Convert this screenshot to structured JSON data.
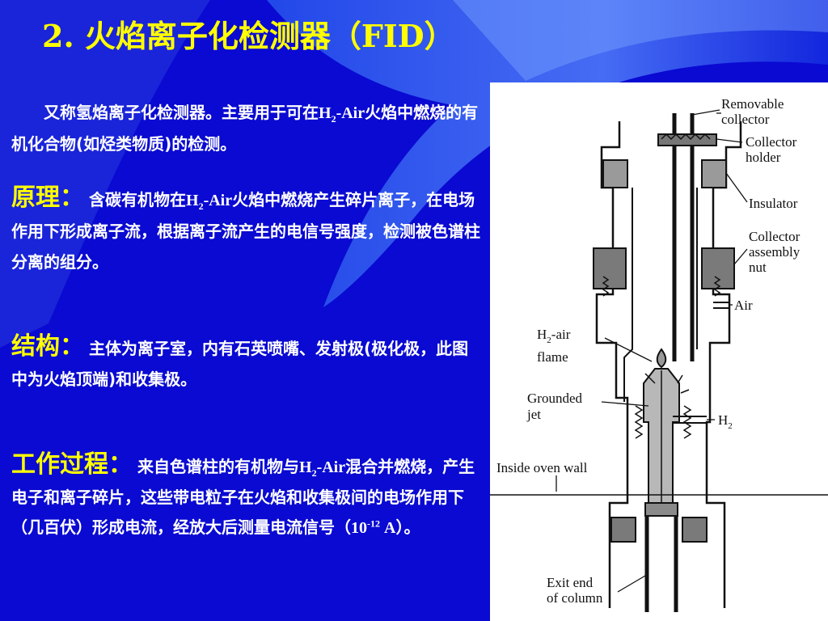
{
  "slide": {
    "title": "2. 火焰离子化检测器（FID）",
    "intro": {
      "part1": "又称氢焰离子化检测器。主要用于可在",
      "h": "H",
      "sub": "2",
      "air": "-Air",
      "part2": "火焰中燃烧的有机化合物(如烃类物质)的检测。"
    },
    "principle": {
      "heading": "原理：",
      "part1": "含碳有机物在",
      "h": "H",
      "sub": "2",
      "air": "-Air",
      "part2": "火焰中燃烧产生碎片离子，在电场作用下形成离子流，根据离子流产生的电信号强度，检测被色谱柱分离的组分。"
    },
    "structure": {
      "heading": "结构：",
      "text": "主体为离子室，内有石英喷嘴、发射极(极化极，此图中为火焰顶端)和收集极。"
    },
    "process": {
      "heading": "工作过程：",
      "part1": "来自色谱柱的有机物与",
      "h": "H",
      "sub": "2",
      "air": "-Air",
      "part2": "混合并燃烧，产生电子和离子碎片，这些带电粒子在火焰和收集极间的电场作用下（几百伏）形成电流，经放大后测量电流信号（",
      "exp_base": "10",
      "exp": "-12",
      "unit": " A",
      "part3": "）。"
    }
  },
  "diagram": {
    "labels": {
      "removable_1": "Removable",
      "removable_2": "collector",
      "holder_1": "Collector",
      "holder_2": "holder",
      "insulator": "Insulator",
      "nut_1": "Collector",
      "nut_2": "assembly",
      "nut_3": "nut",
      "air": "Air",
      "flame_h": "H",
      "flame_sub": "2",
      "flame_rest": "-air",
      "flame_2": "flame",
      "jet_1": "Grounded",
      "jet_2": "jet",
      "h2_h": "H",
      "h2_sub": "2",
      "oven": "Inside oven wall",
      "exit_1": "Exit end",
      "exit_2": "of column"
    }
  },
  "colors": {
    "background": "#0a0ad2",
    "title": "#ffff00",
    "heading": "#ffff00",
    "body_text": "#ffffff",
    "diagram_metal": "#8a8a8a"
  }
}
